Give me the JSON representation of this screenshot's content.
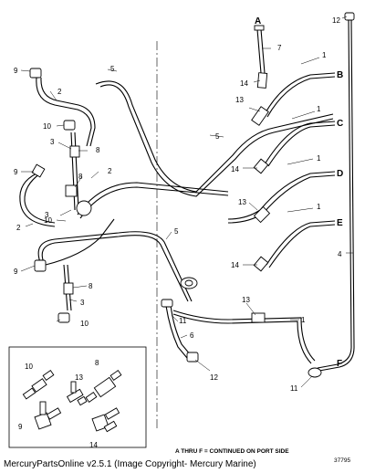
{
  "letters": [
    "A",
    "B",
    "C",
    "D",
    "E",
    "F"
  ],
  "callouts": {
    "c1": "1",
    "c2": "2",
    "c3": "3",
    "c4": "4",
    "c5": "5",
    "c6": "6",
    "c7": "7",
    "c8": "8",
    "c9": "9",
    "c10": "10",
    "c11": "11",
    "c12": "12",
    "c13": "13",
    "c14": "14"
  },
  "note": "A THRU F = CONTINUED ON PORT SIDE",
  "figure_number": "37795",
  "footer": "MercuryPartsOnline v2.5.1 (Image Copyright- Mercury Marine)"
}
